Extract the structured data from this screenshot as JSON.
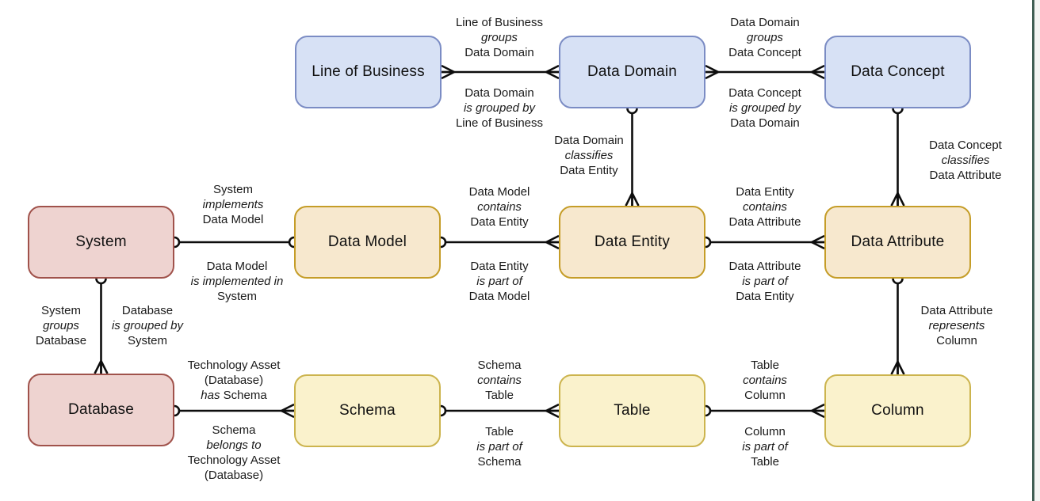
{
  "entities": {
    "line_of_business": "Line of Business",
    "data_domain": "Data Domain",
    "data_concept": "Data Concept",
    "system": "System",
    "data_model": "Data Model",
    "data_entity": "Data Entity",
    "data_attribute": "Data Attribute",
    "database": "Database",
    "schema": "Schema",
    "table": "Table",
    "column": "Column"
  },
  "rel": {
    "lob_groups_dd": {
      "l1": "Line of Business",
      "l2": "groups",
      "l3": "Data Domain"
    },
    "dd_grouped_by_lob": {
      "l1": "Data Domain",
      "l2": "is grouped by",
      "l3": "Line of Business"
    },
    "dd_groups_dc": {
      "l1": "Data Domain",
      "l2": "groups",
      "l3": "Data Concept"
    },
    "dc_grouped_by_dd": {
      "l1": "Data Concept",
      "l2": "is grouped by",
      "l3": "Data Domain"
    },
    "dd_classifies_de": {
      "l1": "Data Domain",
      "l2": "classifies",
      "l3": "Data Entity"
    },
    "dc_classifies_da": {
      "l1": "Data Concept",
      "l2": "classifies",
      "l3": "Data Attribute"
    },
    "sys_implements_dm": {
      "l1": "System",
      "l2": "implements",
      "l3": "Data Model"
    },
    "dm_implemented_in_sys": {
      "l1": "Data Model",
      "l2": "is implemented in",
      "l3": "System"
    },
    "dm_contains_de": {
      "l1": "Data Model",
      "l2": "contains",
      "l3": "Data Entity"
    },
    "de_part_of_dm": {
      "l1": "Data Entity",
      "l2": "is part of",
      "l3": "Data Model"
    },
    "de_contains_da": {
      "l1": "Data Entity",
      "l2": "contains",
      "l3": "Data Attribute"
    },
    "da_part_of_de": {
      "l1": "Data Attribute",
      "l2": "is part of",
      "l3": "Data Entity"
    },
    "sys_groups_db": {
      "l1": "System",
      "l2": "groups",
      "l3": "Database"
    },
    "db_grouped_by_sys": {
      "l1": "Database",
      "l2": "is grouped by",
      "l3": "System"
    },
    "da_represents_col": {
      "l1": "Data Attribute",
      "l2": "represents",
      "l3": "Column"
    },
    "db_has_schema": {
      "l1": "Technology Asset",
      "l2": "(Database)",
      "l3_italic": "has",
      "l3_rest": " Schema"
    },
    "schema_belongs_to_db": {
      "l1": "Schema",
      "l2": "belongs to",
      "l3": "Technology Asset",
      "l4": "(Database)"
    },
    "schema_contains_table": {
      "l1": "Schema",
      "l2": "contains",
      "l3": "Table"
    },
    "table_part_of_schema": {
      "l1": "Table",
      "l2": "is part of",
      "l3": "Schema"
    },
    "table_contains_col": {
      "l1": "Table",
      "l2": "contains",
      "l3": "Column"
    },
    "col_part_of_table": {
      "l1": "Column",
      "l2": "is part of",
      "l3": "Table"
    }
  },
  "colors": {
    "conceptual_fill": "#d7e1f5",
    "conceptual_border": "#7b8cc4",
    "application_fill": "#eed3d0",
    "application_border": "#a0524b",
    "logical_fill": "#f7e8ce",
    "logical_border": "#c59d28",
    "physical_fill": "#faf2cc",
    "physical_border": "#ccb44e",
    "connector": "#0d0d0d",
    "window_edge": "#3f5e53"
  }
}
